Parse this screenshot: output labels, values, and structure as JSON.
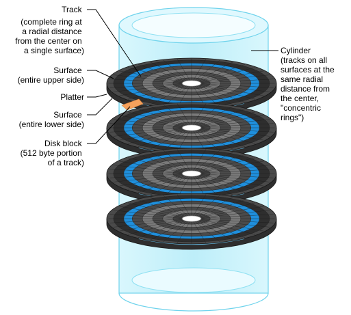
{
  "labels": {
    "track": [
      "Track",
      "(complete ring at",
      "a radial distance",
      "from the center on",
      "a single surface)"
    ],
    "surface_upper": [
      "Surface",
      "(entire upper side)"
    ],
    "platter": [
      "Platter"
    ],
    "surface_lower": [
      "Surface",
      "(entire lower side)"
    ],
    "disk_block": [
      "Disk block",
      "(512 byte portion",
      "of a track)"
    ],
    "cylinder": [
      "Cylinder",
      "(tracks on all",
      "surfaces at the",
      "same radial",
      "distance from",
      "the center,",
      "\"concentric",
      "rings\")"
    ]
  },
  "colors": {
    "cylinder_fill": "#c8f2fb",
    "cylinder_stroke": "#6fd3ec",
    "platter_dark": "#2e2e2e",
    "platter_mid": "#4a4a4a",
    "platter_light": "#7a7a7a",
    "track_blue": "#1f8fdc",
    "track_light_blue": "#6cc7f2",
    "disk_block_orange": "#f5a15c",
    "hole": "#ffffff"
  },
  "platter_count": 4
}
